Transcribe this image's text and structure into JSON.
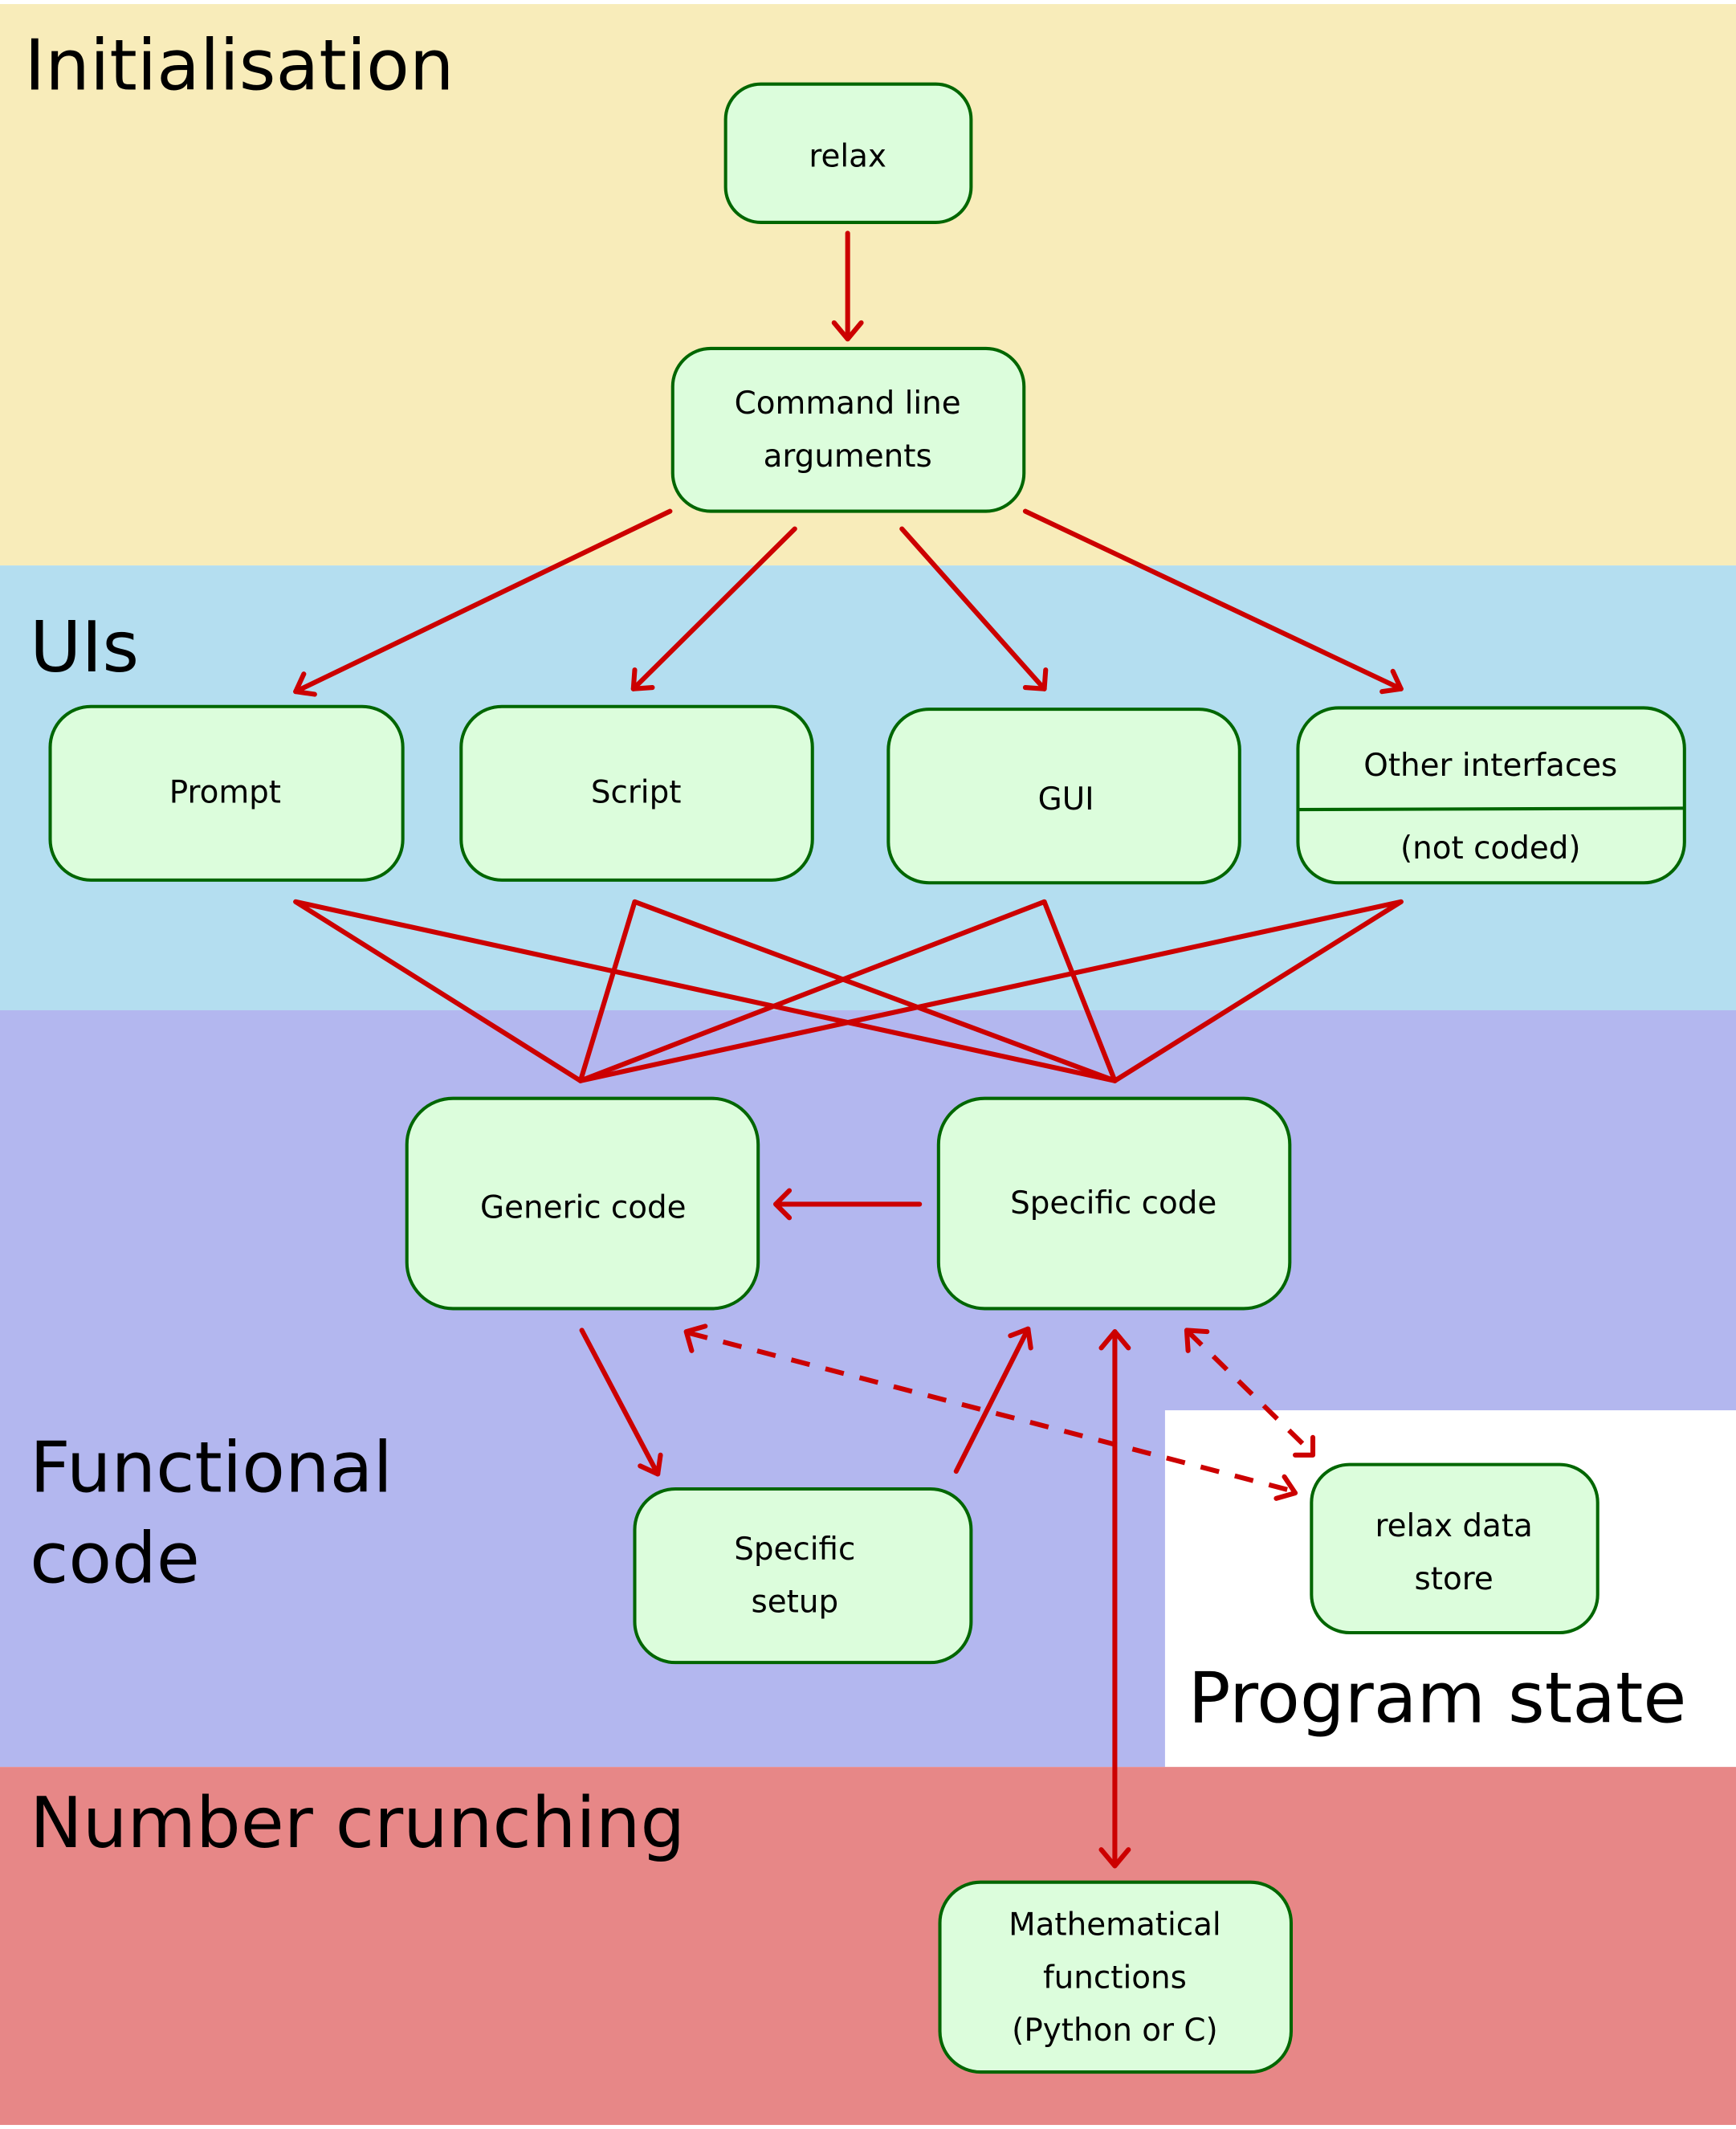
{
  "colors": {
    "initialisation": "#f8ecba",
    "uis": "#b4def0",
    "functional": "#b3b7ef",
    "program_state": "#ffffff",
    "number_crunching": "#e78787",
    "box_fill": "#dcfddc",
    "box_stroke": "#006600",
    "arrow": "#cc0000"
  },
  "zones": {
    "initialisation": "Initialisation",
    "uis": "UIs",
    "functional_line1": "Functional",
    "functional_line2": "code",
    "program_state": "Program state",
    "number_crunching": "Number crunching"
  },
  "nodes": {
    "relax": "relax",
    "cmdline_line1": "Command line",
    "cmdline_line2": "arguments",
    "prompt": "Prompt",
    "script": "Script",
    "gui": "GUI",
    "other_title": "Other interfaces",
    "other_note": "(not coded)",
    "generic": "Generic code",
    "specific": "Specific code",
    "setup_line1": "Specific",
    "setup_line2": "setup",
    "store_line1": "relax data",
    "store_line2": "store",
    "math_line1": "Mathematical",
    "math_line2": "functions",
    "math_line3": "(Python or C)"
  },
  "edges": [
    {
      "from": "relax",
      "to": "cmdline",
      "style": "solid",
      "direction": "forward"
    },
    {
      "from": "cmdline",
      "to": "prompt",
      "style": "solid",
      "direction": "forward"
    },
    {
      "from": "cmdline",
      "to": "script",
      "style": "solid",
      "direction": "forward"
    },
    {
      "from": "cmdline",
      "to": "gui",
      "style": "solid",
      "direction": "forward"
    },
    {
      "from": "cmdline",
      "to": "other",
      "style": "solid",
      "direction": "forward"
    },
    {
      "from": "prompt",
      "to": "generic",
      "style": "solid",
      "direction": "none"
    },
    {
      "from": "prompt",
      "to": "specific",
      "style": "solid",
      "direction": "none"
    },
    {
      "from": "script",
      "to": "generic",
      "style": "solid",
      "direction": "none"
    },
    {
      "from": "script",
      "to": "specific",
      "style": "solid",
      "direction": "none"
    },
    {
      "from": "gui",
      "to": "generic",
      "style": "solid",
      "direction": "none"
    },
    {
      "from": "gui",
      "to": "specific",
      "style": "solid",
      "direction": "none"
    },
    {
      "from": "other",
      "to": "generic",
      "style": "solid",
      "direction": "none"
    },
    {
      "from": "other",
      "to": "specific",
      "style": "solid",
      "direction": "none"
    },
    {
      "from": "specific",
      "to": "generic",
      "style": "solid",
      "direction": "forward"
    },
    {
      "from": "generic",
      "to": "setup",
      "style": "solid",
      "direction": "forward"
    },
    {
      "from": "setup",
      "to": "specific",
      "style": "solid",
      "direction": "forward"
    },
    {
      "from": "specific",
      "to": "math",
      "style": "solid",
      "direction": "both"
    },
    {
      "from": "generic",
      "to": "store",
      "style": "dashed",
      "direction": "both"
    },
    {
      "from": "specific",
      "to": "store",
      "style": "dashed",
      "direction": "both"
    }
  ]
}
